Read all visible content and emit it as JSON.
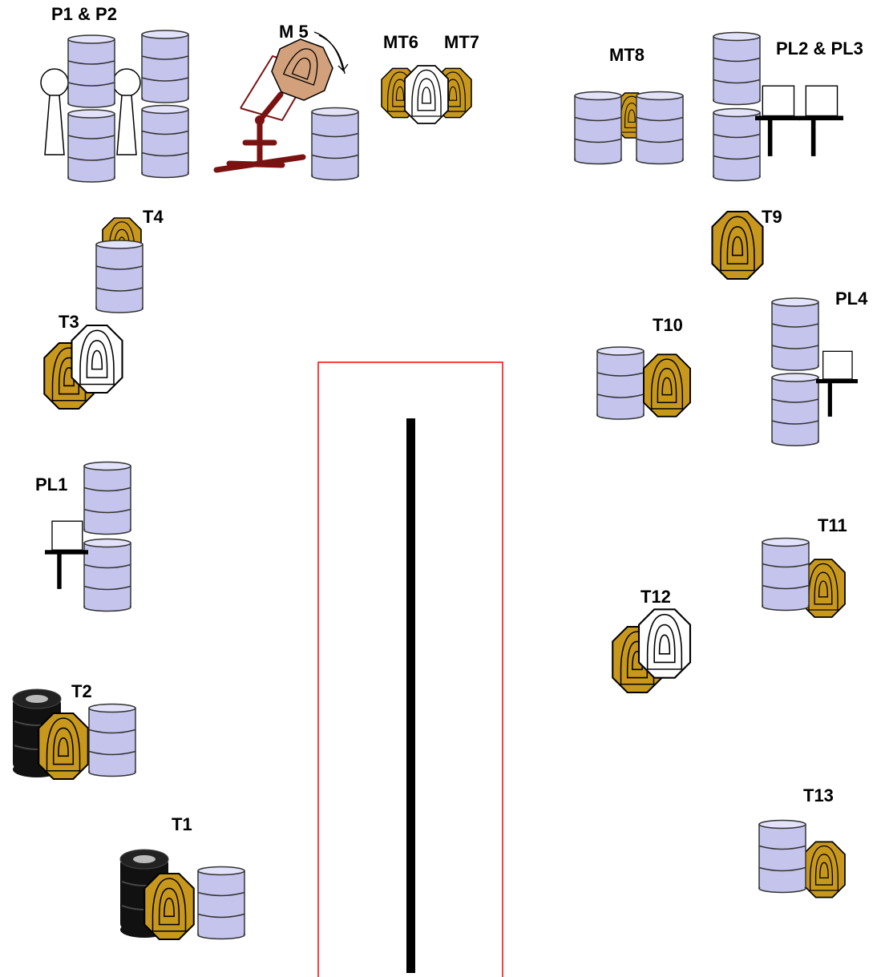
{
  "labels": {
    "p1p2": "P1 & P2",
    "m5": "M 5",
    "mt6": "MT6",
    "mt7": "MT7",
    "mt8": "MT8",
    "pl2pl3": "PL2 & PL3",
    "t4": "T4",
    "t9": "T9",
    "t3": "T3",
    "t10": "T10",
    "pl4": "PL4",
    "pl1": "PL1",
    "t11": "T11",
    "t12": "T12",
    "t2": "T2",
    "t1": "T1",
    "t13": "T13"
  },
  "colors": {
    "barrel_fill": "#c4c4ec",
    "target_gold": "#c8981c",
    "target_white": "#ffffff",
    "mover": "#d2a07a",
    "mover_frame": "#7a1212",
    "fault_line": "#ff0000",
    "tire": "#111111"
  },
  "icons": {
    "barrel": "barrel-icon",
    "steel_target": "steel-target-icon",
    "no_shoot": "no-shoot-target-icon",
    "popper": "popper-icon",
    "plate": "plate-icon",
    "tire": "tire-stack-icon",
    "mover": "mover-target-icon"
  }
}
